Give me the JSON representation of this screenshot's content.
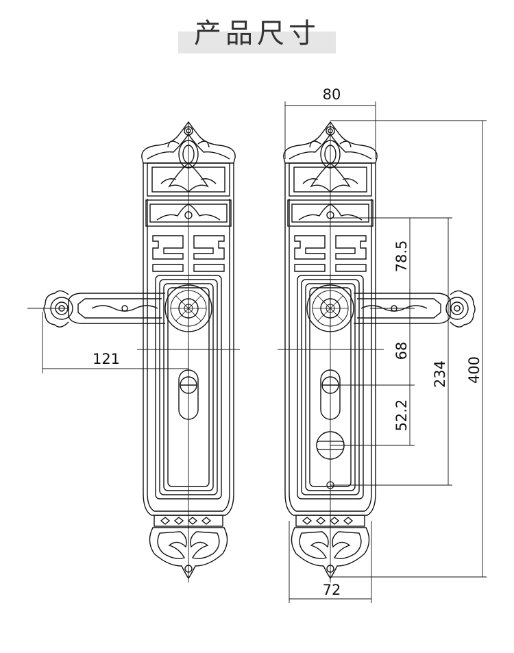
{
  "title": "产品尺寸",
  "dimensions": {
    "width_top": "80",
    "width_bottom": "72",
    "handle_length": "121",
    "handle_to_top_ornament": "78.5",
    "handle_to_lock": "68",
    "lock_to_thumbturn": "52.2",
    "handle_to_keyhole": "234",
    "total_height": "400"
  },
  "colors": {
    "line": "#111111",
    "title_bar": "#e6e6e6",
    "title_text": "#333333"
  }
}
